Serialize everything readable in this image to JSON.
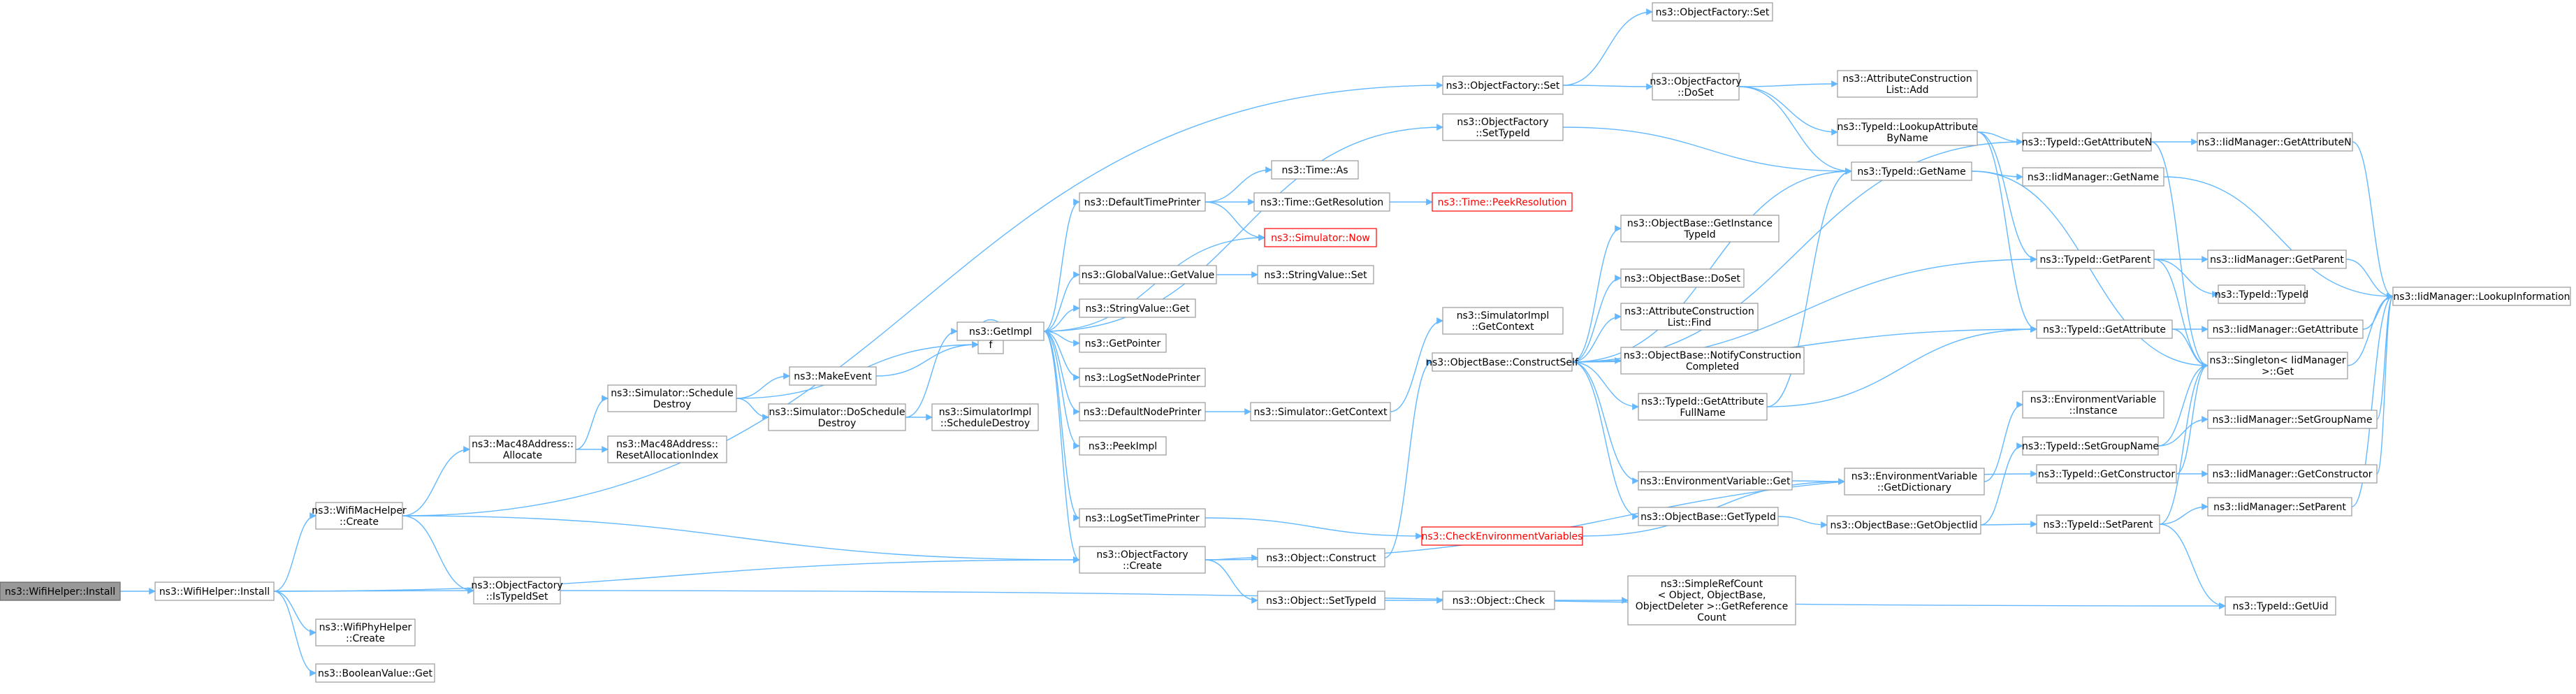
{
  "colors": {
    "edge": "#63b8ff",
    "node_border": "#999999",
    "root_fill": "#999999",
    "truncated": "#ff0000"
  },
  "nodes": [
    {
      "id": "n0",
      "lines": [
        "ns3::WifiHelper::Install"
      ],
      "kind": "root"
    },
    {
      "id": "n1",
      "lines": [
        "ns3::WifiHelper::Install"
      ]
    },
    {
      "id": "n2",
      "lines": [
        "ns3::WifiMacHelper",
        "::Create"
      ]
    },
    {
      "id": "n3",
      "lines": [
        "ns3::ObjectFactory",
        "::IsTypeIdSet"
      ]
    },
    {
      "id": "n4",
      "lines": [
        "ns3::WifiPhyHelper",
        "::Create"
      ]
    },
    {
      "id": "n5",
      "lines": [
        "ns3::BooleanValue::Get"
      ]
    },
    {
      "id": "n6",
      "lines": [
        "ns3::Mac48Address::",
        "Allocate"
      ]
    },
    {
      "id": "n7",
      "lines": [
        "ns3::Simulator::Schedule",
        "Destroy"
      ]
    },
    {
      "id": "n8",
      "lines": [
        "ns3::Mac48Address::",
        "ResetAllocationIndex"
      ]
    },
    {
      "id": "n9",
      "lines": [
        "ns3::MakeEvent"
      ]
    },
    {
      "id": "n10",
      "lines": [
        "ns3::Simulator::DoSchedule",
        "Destroy"
      ]
    },
    {
      "id": "n11",
      "lines": [
        "f"
      ]
    },
    {
      "id": "n12",
      "lines": [
        "ns3::GetImpl"
      ]
    },
    {
      "id": "n13",
      "lines": [
        "ns3::SimulatorImpl",
        "::ScheduleDestroy"
      ]
    },
    {
      "id": "n14",
      "lines": [
        "ns3::DefaultTimePrinter"
      ]
    },
    {
      "id": "n15",
      "lines": [
        "ns3::GlobalValue::GetValue"
      ]
    },
    {
      "id": "n16",
      "lines": [
        "ns3::StringValue::Get"
      ]
    },
    {
      "id": "n17",
      "lines": [
        "ns3::GetPointer"
      ]
    },
    {
      "id": "n18",
      "lines": [
        "ns3::LogSetNodePrinter"
      ]
    },
    {
      "id": "n19",
      "lines": [
        "ns3::DefaultNodePrinter"
      ]
    },
    {
      "id": "n20",
      "lines": [
        "ns3::PeekImpl"
      ]
    },
    {
      "id": "n21",
      "lines": [
        "ns3::LogSetTimePrinter"
      ]
    },
    {
      "id": "n22",
      "lines": [
        "ns3::ObjectFactory",
        "::Create"
      ]
    },
    {
      "id": "n23",
      "lines": [
        "ns3::Time::As"
      ]
    },
    {
      "id": "n24",
      "lines": [
        "ns3::Time::GetResolution"
      ]
    },
    {
      "id": "n25",
      "lines": [
        "ns3::Simulator::Now"
      ],
      "kind": "red"
    },
    {
      "id": "n26",
      "lines": [
        "ns3::StringValue::Set"
      ]
    },
    {
      "id": "n27",
      "lines": [
        "ns3::Simulator::GetContext"
      ]
    },
    {
      "id": "n28",
      "lines": [
        "ns3::Object::Construct"
      ]
    },
    {
      "id": "n29",
      "lines": [
        "ns3::Object::SetTypeId"
      ]
    },
    {
      "id": "n30",
      "lines": [
        "ns3::Time::PeekResolution"
      ],
      "kind": "red"
    },
    {
      "id": "n31",
      "lines": [
        "ns3::ObjectFactory::Set"
      ]
    },
    {
      "id": "n32",
      "lines": [
        "ns3::ObjectFactory",
        "::SetTypeId"
      ]
    },
    {
      "id": "n33",
      "lines": [
        "ns3::SimulatorImpl",
        "::GetContext"
      ]
    },
    {
      "id": "n34",
      "lines": [
        "ns3::ObjectBase::ConstructSelf"
      ]
    },
    {
      "id": "n35",
      "lines": [
        "ns3::CheckEnvironmentVariables"
      ],
      "kind": "red"
    },
    {
      "id": "n36",
      "lines": [
        "ns3::Object::Check"
      ]
    },
    {
      "id": "n37",
      "lines": [
        "ns3::ObjectFactory::Set"
      ]
    },
    {
      "id": "n38",
      "lines": [
        "ns3::ObjectFactory",
        "::DoSet"
      ]
    },
    {
      "id": "n39",
      "lines": [
        "ns3::ObjectBase::GetInstance",
        "TypeId"
      ]
    },
    {
      "id": "n40",
      "lines": [
        "ns3::ObjectBase::DoSet"
      ]
    },
    {
      "id": "n41",
      "lines": [
        "ns3::AttributeConstruction",
        "List::Find"
      ]
    },
    {
      "id": "n42",
      "lines": [
        "ns3::ObjectBase::NotifyConstruction",
        "Completed"
      ]
    },
    {
      "id": "n43",
      "lines": [
        "ns3::TypeId::GetAttribute",
        "FullName"
      ]
    },
    {
      "id": "n44",
      "lines": [
        "ns3::EnvironmentVariable::Get"
      ]
    },
    {
      "id": "n45",
      "lines": [
        "ns3::ObjectBase::GetTypeId"
      ]
    },
    {
      "id": "n46",
      "lines": [
        "ns3::SimpleRefCount",
        "< Object, ObjectBase,",
        "ObjectDeleter >::GetReference",
        "Count"
      ]
    },
    {
      "id": "n47",
      "lines": [
        "ns3::AttributeConstruction",
        "List::Add"
      ]
    },
    {
      "id": "n48",
      "lines": [
        "ns3::TypeId::LookupAttribute",
        "ByName"
      ]
    },
    {
      "id": "n49",
      "lines": [
        "ns3::TypeId::GetName"
      ]
    },
    {
      "id": "n50",
      "lines": [
        "ns3::EnvironmentVariable",
        "::GetDictionary"
      ]
    },
    {
      "id": "n51",
      "lines": [
        "ns3::ObjectBase::GetObjectIid"
      ]
    },
    {
      "id": "n52",
      "lines": [
        "ns3::TypeId::GetAttributeN"
      ]
    },
    {
      "id": "n53",
      "lines": [
        "ns3::IidManager::GetName"
      ]
    },
    {
      "id": "n54",
      "lines": [
        "ns3::TypeId::GetParent"
      ]
    },
    {
      "id": "n55",
      "lines": [
        "ns3::TypeId::GetAttribute"
      ]
    },
    {
      "id": "n56",
      "lines": [
        "ns3::EnvironmentVariable",
        "::Instance"
      ]
    },
    {
      "id": "n57",
      "lines": [
        "ns3::TypeId::SetGroupName"
      ]
    },
    {
      "id": "n58",
      "lines": [
        "ns3::TypeId::GetConstructor"
      ]
    },
    {
      "id": "n59",
      "lines": [
        "ns3::TypeId::SetParent"
      ]
    },
    {
      "id": "n60",
      "lines": [
        "ns3::IidManager::GetAttributeN"
      ]
    },
    {
      "id": "n61",
      "lines": [
        "ns3::IidManager::GetParent"
      ]
    },
    {
      "id": "n62",
      "lines": [
        "ns3::TypeId::TypeId"
      ]
    },
    {
      "id": "n63",
      "lines": [
        "ns3::IidManager::GetAttribute"
      ]
    },
    {
      "id": "n64",
      "lines": [
        "ns3::Singleton< IidManager",
        ">::Get"
      ]
    },
    {
      "id": "n65",
      "lines": [
        "ns3::IidManager::SetGroupName"
      ]
    },
    {
      "id": "n66",
      "lines": [
        "ns3::IidManager::GetConstructor"
      ]
    },
    {
      "id": "n67",
      "lines": [
        "ns3::IidManager::SetParent"
      ]
    },
    {
      "id": "n68",
      "lines": [
        "ns3::TypeId::GetUid"
      ]
    },
    {
      "id": "n69",
      "lines": [
        "ns3::IidManager::LookupInformation"
      ]
    }
  ],
  "edges": [
    [
      "n0",
      "n1"
    ],
    [
      "n1",
      "n2"
    ],
    [
      "n1",
      "n3"
    ],
    [
      "n1",
      "n4"
    ],
    [
      "n1",
      "n5"
    ],
    [
      "n1",
      "n22"
    ],
    [
      "n2",
      "n6"
    ],
    [
      "n2",
      "n31"
    ],
    [
      "n2",
      "n22"
    ],
    [
      "n2",
      "n3"
    ],
    [
      "n3",
      "n68"
    ],
    [
      "n6",
      "n7"
    ],
    [
      "n6",
      "n8"
    ],
    [
      "n7",
      "n9"
    ],
    [
      "n7",
      "n10"
    ],
    [
      "n7",
      "n11"
    ],
    [
      "n9",
      "n11"
    ],
    [
      "n11",
      "n11"
    ],
    [
      "n10",
      "n12"
    ],
    [
      "n10",
      "n13"
    ],
    [
      "n12",
      "n11"
    ],
    [
      "n12",
      "n14"
    ],
    [
      "n12",
      "n15"
    ],
    [
      "n12",
      "n16"
    ],
    [
      "n12",
      "n17"
    ],
    [
      "n12",
      "n18"
    ],
    [
      "n12",
      "n19"
    ],
    [
      "n12",
      "n20"
    ],
    [
      "n12",
      "n21"
    ],
    [
      "n12",
      "n22"
    ],
    [
      "n12",
      "n25"
    ],
    [
      "n12",
      "n32"
    ],
    [
      "n14",
      "n23"
    ],
    [
      "n14",
      "n24"
    ],
    [
      "n14",
      "n25"
    ],
    [
      "n15",
      "n26"
    ],
    [
      "n19",
      "n27"
    ],
    [
      "n21",
      "n35"
    ],
    [
      "n22",
      "n28"
    ],
    [
      "n22",
      "n29"
    ],
    [
      "n22",
      "n58"
    ],
    [
      "n24",
      "n30"
    ],
    [
      "n27",
      "n33"
    ],
    [
      "n28",
      "n34"
    ],
    [
      "n29",
      "n36"
    ],
    [
      "n31",
      "n37"
    ],
    [
      "n31",
      "n38"
    ],
    [
      "n32",
      "n49"
    ],
    [
      "n34",
      "n39"
    ],
    [
      "n34",
      "n40"
    ],
    [
      "n34",
      "n41"
    ],
    [
      "n34",
      "n42"
    ],
    [
      "n34",
      "n43"
    ],
    [
      "n34",
      "n44"
    ],
    [
      "n34",
      "n45"
    ],
    [
      "n34",
      "n49"
    ],
    [
      "n34",
      "n52"
    ],
    [
      "n34",
      "n54"
    ],
    [
      "n34",
      "n55"
    ],
    [
      "n35",
      "n50"
    ],
    [
      "n36",
      "n46"
    ],
    [
      "n38",
      "n47"
    ],
    [
      "n38",
      "n48"
    ],
    [
      "n38",
      "n49"
    ],
    [
      "n43",
      "n49"
    ],
    [
      "n43",
      "n55"
    ],
    [
      "n44",
      "n50"
    ],
    [
      "n45",
      "n51"
    ],
    [
      "n48",
      "n52"
    ],
    [
      "n48",
      "n54"
    ],
    [
      "n48",
      "n55"
    ],
    [
      "n49",
      "n53"
    ],
    [
      "n49",
      "n64"
    ],
    [
      "n50",
      "n56"
    ],
    [
      "n51",
      "n57"
    ],
    [
      "n51",
      "n59"
    ],
    [
      "n52",
      "n60"
    ],
    [
      "n52",
      "n64"
    ],
    [
      "n53",
      "n69"
    ],
    [
      "n54",
      "n61"
    ],
    [
      "n54",
      "n62"
    ],
    [
      "n54",
      "n64"
    ],
    [
      "n55",
      "n63"
    ],
    [
      "n55",
      "n64"
    ],
    [
      "n57",
      "n65"
    ],
    [
      "n57",
      "n64"
    ],
    [
      "n58",
      "n66"
    ],
    [
      "n58",
      "n64"
    ],
    [
      "n59",
      "n67"
    ],
    [
      "n59",
      "n68"
    ],
    [
      "n59",
      "n64"
    ],
    [
      "n60",
      "n69"
    ],
    [
      "n61",
      "n69"
    ],
    [
      "n63",
      "n69"
    ],
    [
      "n64",
      "n69"
    ],
    [
      "n65",
      "n69"
    ],
    [
      "n66",
      "n69"
    ],
    [
      "n67",
      "n69"
    ]
  ]
}
